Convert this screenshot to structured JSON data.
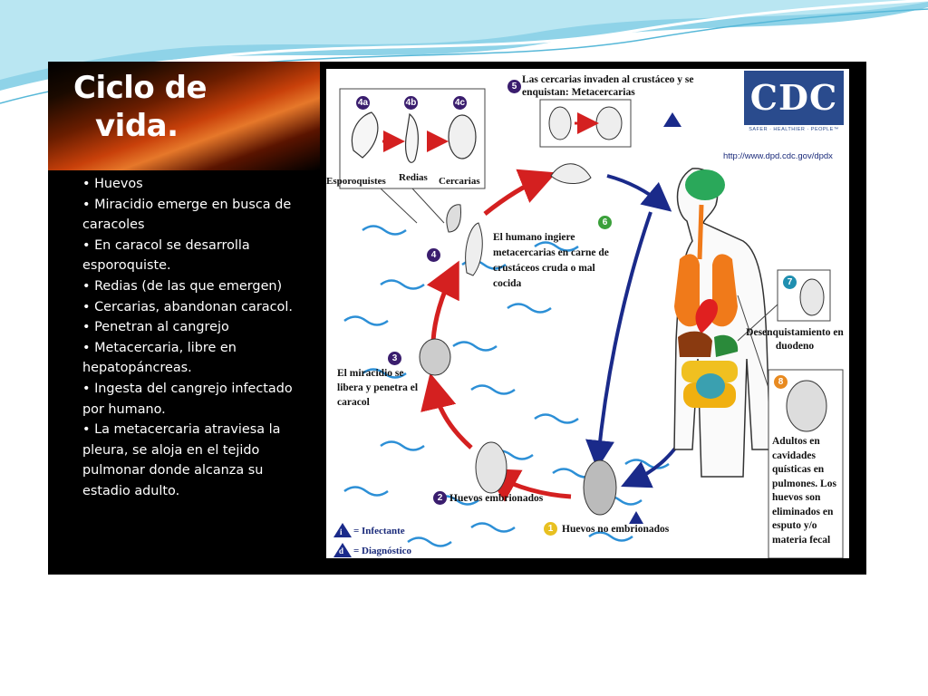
{
  "slide": {
    "title_line1": "Ciclo de",
    "title_line2": "vida.",
    "bullets": [
      "•   Huevos",
      "• Miracidio emerge en busca de caracoles",
      "• En caracol se desarrolla esporoquiste.",
      "• Redias (de las que emergen)",
      "• Cercarias, abandonan caracol.",
      "• Penetran al cangrejo",
      "• Metacercaria, libre en hepatopáncreas.",
      "• Ingesta del cangrejo infectado por humano.",
      "• La metacercaria atraviesa la pleura, se aloja en el tejido pulmonar donde alcanza su estadio adulto."
    ]
  },
  "diagram": {
    "logo_text": "CDC",
    "logo_tagline": "SAFER · HEALTHIER · PEOPLE™",
    "url": "http://www.dpd.cdc.gov/dpdx",
    "stages": {
      "s4a": "4a",
      "s4b": "4b",
      "s4c": "4c",
      "s4a_label": "Esporoquistes",
      "s4b_label": "Redias",
      "s4c_label": "Cercarias",
      "s1": "1",
      "s1_label": "Huevos no embrionados",
      "s2": "2",
      "s2_label": "Huevos embrionados",
      "s3": "3",
      "s3_label": "El miracidio se libera y penetra el caracol",
      "s4": "4",
      "s5": "5",
      "s5_label": "Las cercarias invaden al crustáceo y se enquistan: Metacercarias",
      "s6": "6",
      "s6_label": "El humano ingiere metacercarias en carne de crustáceos cruda o mal cocida",
      "s7": "7",
      "s7_label": "Desenquistamiento en duodeno",
      "s8": "8",
      "s8_label": "Adultos en cavidades quísticas en pulmones. Los huevos son eliminados en esputo y/o materia fecal"
    },
    "legend": {
      "infective_mark": "i",
      "infective": "= Infectante",
      "diagnostic_mark": "d",
      "diagnostic": "= Diagnóstico"
    },
    "colors": {
      "infective_arrow": "#d42020",
      "human_arrow": "#1a2a8a",
      "water": "#2c8fd6",
      "stage_circle": "#3a1d6e",
      "stage6_circle": "#3aa03a",
      "stage7_circle": "#1f8fb0",
      "stage8_circle": "#e88a20",
      "stage1_circle": "#e8c020"
    }
  }
}
